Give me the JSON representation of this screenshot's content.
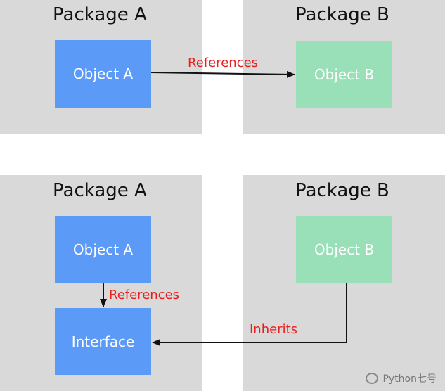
{
  "top": {
    "package_a": {
      "title": "Package A",
      "object": "Object A"
    },
    "package_b": {
      "title": "Package B",
      "object": "Object B"
    },
    "relation_label": "References"
  },
  "bottom": {
    "package_a": {
      "title": "Package A",
      "object": "Object A",
      "interface": "Interface"
    },
    "package_b": {
      "title": "Package B",
      "object": "Object B"
    },
    "references_label": "References",
    "inherits_label": "Inherits"
  },
  "watermark": {
    "text": "Python七号",
    "icon": "wechat-icon"
  },
  "colors": {
    "panel": "#d9d9d9",
    "object_a": "#5b9bf7",
    "object_b": "#99e0b8",
    "label": "#e8201c"
  }
}
